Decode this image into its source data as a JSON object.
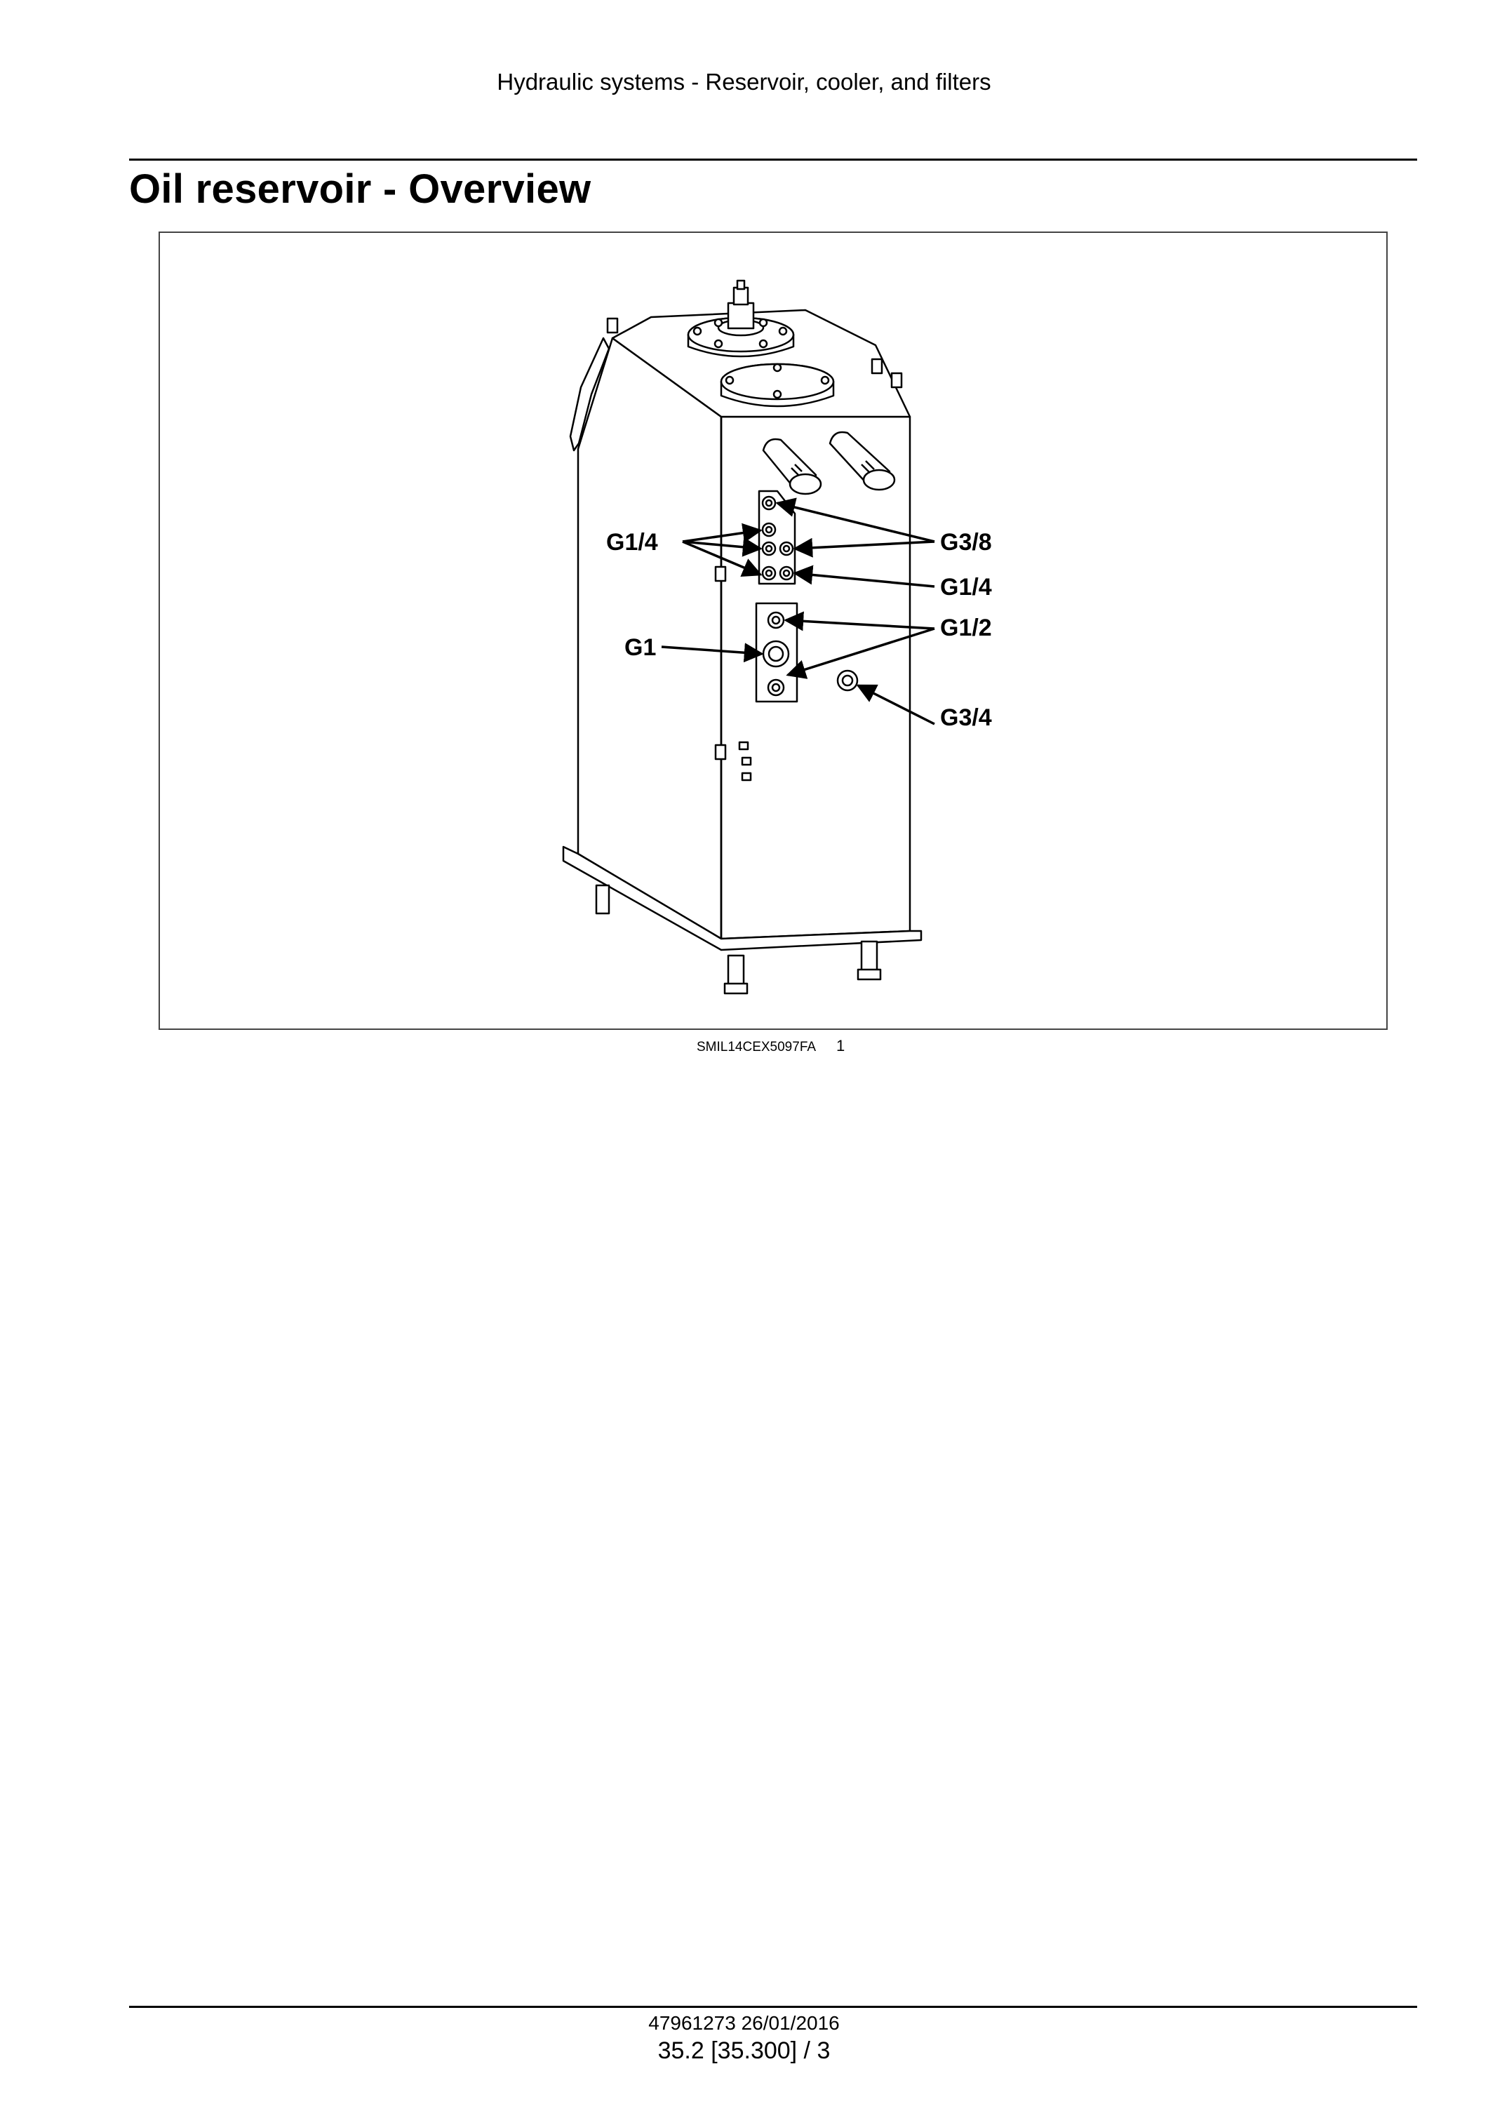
{
  "header": {
    "running_title": "Hydraulic systems - Reservoir, cooler, and filters"
  },
  "section": {
    "title": "Oil reservoir - Overview"
  },
  "figure": {
    "callouts": {
      "g14_left": "G1/4",
      "g38": "G3/8",
      "g14_right": "G1/4",
      "g12": "G1/2",
      "g1": "G1",
      "g34": "G3/4"
    },
    "code": "SMIL14CEX5097FA",
    "number": "1"
  },
  "footer": {
    "doc_line": "47961273 26/01/2016",
    "page_ref": "35.2 [35.300] / 3"
  }
}
